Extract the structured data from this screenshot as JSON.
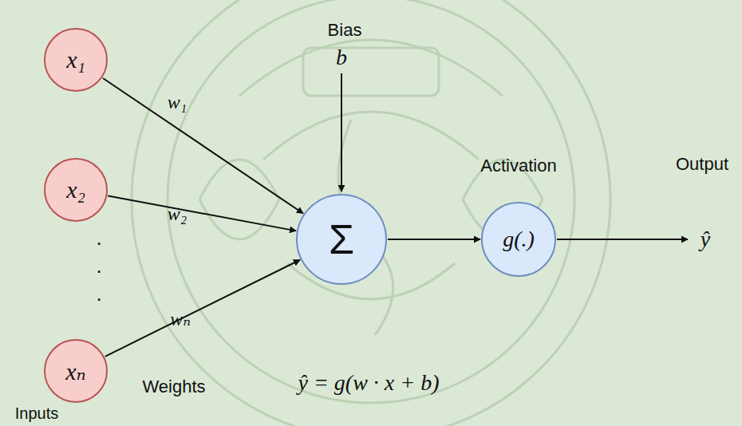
{
  "diagram": {
    "nodes": [
      {
        "text": [
          "x₁"
        ]
      },
      {
        "text": [
          "x₂"
        ]
      },
      {
        "text": [
          "xₙ"
        ]
      },
      {
        "text": [
          "Σ"
        ]
      },
      {
        "text": [
          "g(.)"
        ]
      }
    ],
    "edges": [
      {
        "from": 0,
        "to": 3,
        "arrow": "to",
        "label": "w₁"
      },
      {
        "from": 1,
        "to": 3,
        "arrow": "to",
        "label": "w₂"
      },
      {
        "from": 2,
        "to": 3,
        "arrow": "to",
        "label": "wₙ"
      },
      {
        "from": 3,
        "to": 4,
        "arrow": "to"
      }
    ],
    "labels": [
      "Bias",
      "b",
      "Activation",
      "Output",
      "ŷ",
      ".",
      ".",
      ".",
      "Weights",
      "ŷ = g(w · x + b)",
      "Inputs"
    ]
  }
}
